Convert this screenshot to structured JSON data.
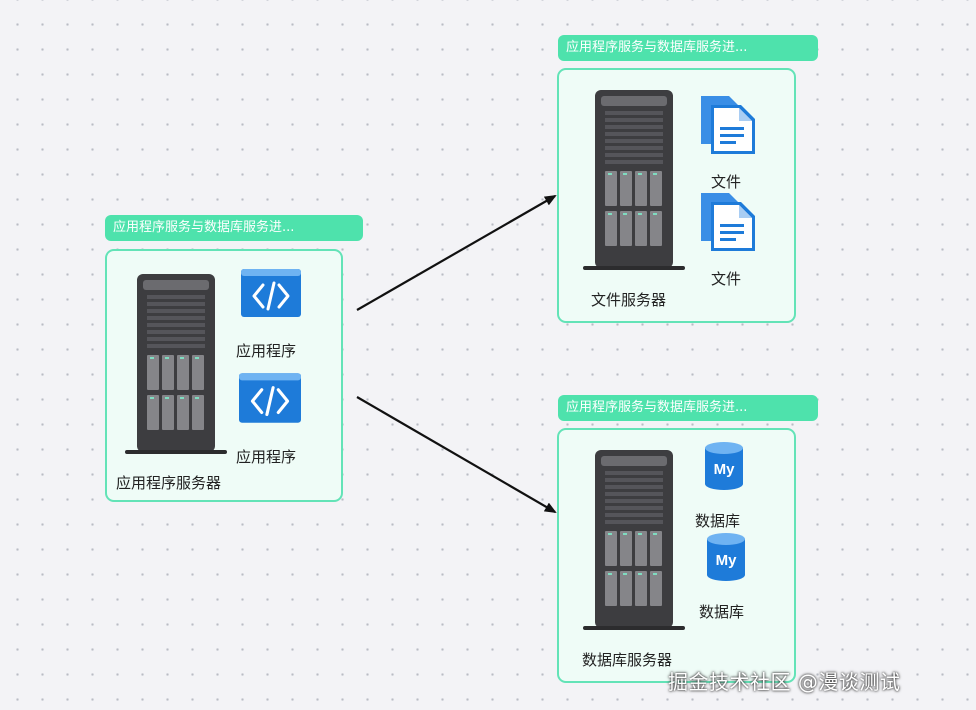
{
  "groups": {
    "app": {
      "label": "应用程序服务与数据库服务进...",
      "server_label": "应用程序服务器",
      "item_label": "应用程序"
    },
    "file": {
      "label": "应用程序服务与数据库服务进...",
      "server_label": "文件服务器",
      "item_label": "文件"
    },
    "db": {
      "label": "应用程序服务与数据库服务进...",
      "server_label": "数据库服务器",
      "item_label": "数据库"
    }
  },
  "icons": {
    "code": "code-icon",
    "document": "document-icon",
    "mysql": "mysql-database-icon",
    "server": "tower-server-icon"
  },
  "mysql_badge": "My",
  "watermark": "掘金技术社区 @漫谈测试",
  "colors": {
    "group_label": "#4ee2ac",
    "group_border": "#63e3b7",
    "group_fill": "#effcf7",
    "icon_blue": "#1e7bd9",
    "arrow": "#111111"
  }
}
